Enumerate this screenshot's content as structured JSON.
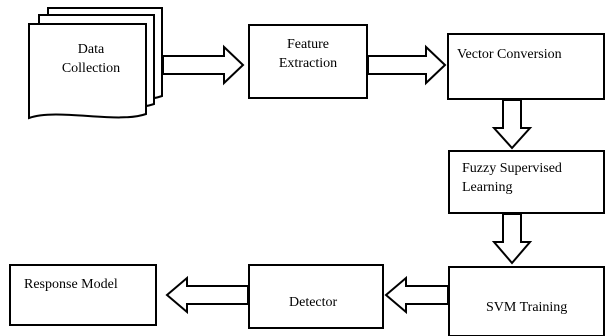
{
  "diagram": {
    "colors": {
      "stroke": "#000000",
      "fill": "#ffffff",
      "text": "#000000"
    },
    "nodes": {
      "data_collection": {
        "label_line1": "Data",
        "label_line2": "Collection",
        "shape": "multi-document"
      },
      "feature_extraction": {
        "label_line1": "Feature",
        "label_line2": "Extraction",
        "shape": "rectangle"
      },
      "vector_conversion": {
        "label": "Vector Conversion",
        "shape": "rectangle"
      },
      "fuzzy_learning": {
        "label_line1": "Fuzzy Supervised",
        "label_line2": "Learning",
        "shape": "rectangle"
      },
      "svm_training": {
        "label": "SVM Training",
        "shape": "rectangle"
      },
      "detector": {
        "label": "Detector",
        "shape": "rectangle"
      },
      "response_model": {
        "label": "Response Model",
        "shape": "rectangle"
      }
    },
    "edges": [
      {
        "from": "data_collection",
        "to": "feature_extraction",
        "style": "hollow-block-arrow"
      },
      {
        "from": "feature_extraction",
        "to": "vector_conversion",
        "style": "hollow-block-arrow"
      },
      {
        "from": "vector_conversion",
        "to": "fuzzy_learning",
        "style": "hollow-block-arrow"
      },
      {
        "from": "fuzzy_learning",
        "to": "svm_training",
        "style": "hollow-block-arrow"
      },
      {
        "from": "svm_training",
        "to": "detector",
        "style": "hollow-block-arrow"
      },
      {
        "from": "detector",
        "to": "response_model",
        "style": "hollow-block-arrow"
      }
    ]
  }
}
